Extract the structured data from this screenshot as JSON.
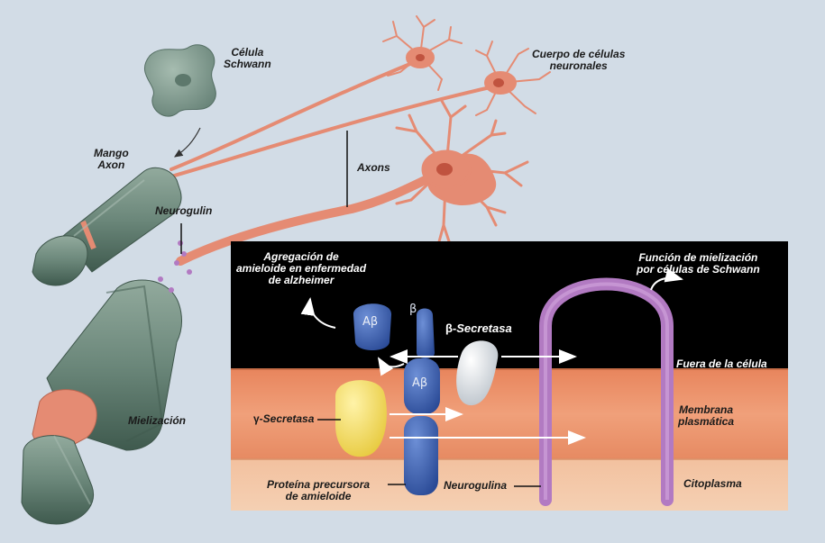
{
  "labels": {
    "schwann_cell": "Célula\nSchwann",
    "axon_handle": "Mango\nAxon",
    "neuron_bodies": "Cuerpo de células\nneuronales",
    "axons": "Axons",
    "neurogulin": "Neurogulin",
    "myelination": "Mielización",
    "amyloid_aggregation": "Agregación de\namieloide en enfermedad\nde alzheimer",
    "myelination_function": "Función de mielización\npor células de Schwann",
    "outside_cell": "Fuera de la célula",
    "plasma_membrane": "Membrana\nplasmática",
    "cytoplasm": "Citoplasma",
    "neurogulina": "Neurogulina",
    "app_protein": "Proteína precursora\nde amieloide",
    "gamma_secretase": "Secretasa",
    "gamma_symbol": "γ-",
    "beta_secretase": "Secretasa",
    "beta_symbol": "β-",
    "abeta_top": "Aβ",
    "abeta_membrane": "Aβ",
    "beta_fragment": "β"
  },
  "colors": {
    "background": "#d2dce6",
    "inset_dark": "#000000",
    "membrane": "#e59268",
    "cytoplasm": "#f0b891",
    "neuron": "#e58b73",
    "schwann": "#6d8a7c",
    "protein_blue": "#3f63b0",
    "gamma_yellow": "#f2dc62",
    "beta_white": "#e8ecef",
    "neuregulin_purple": "#b27ac2"
  }
}
